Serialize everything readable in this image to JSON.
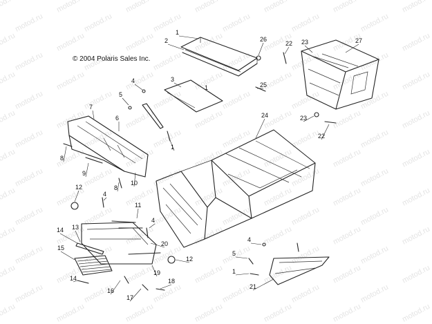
{
  "copyright": "© 2004 Polaris Sales Inc.",
  "watermark": "motod.ru",
  "callouts": [
    "1",
    "2",
    "26",
    "22",
    "23",
    "27",
    "3",
    "1",
    "25",
    "4",
    "5",
    "7",
    "6",
    "24",
    "23",
    "22",
    "8",
    "9",
    "8",
    "10",
    "12",
    "4",
    "11",
    "4",
    "1",
    "13",
    "14",
    "20",
    "15",
    "12",
    "5",
    "1",
    "19",
    "4",
    "16",
    "17",
    "18",
    "14",
    "21"
  ]
}
